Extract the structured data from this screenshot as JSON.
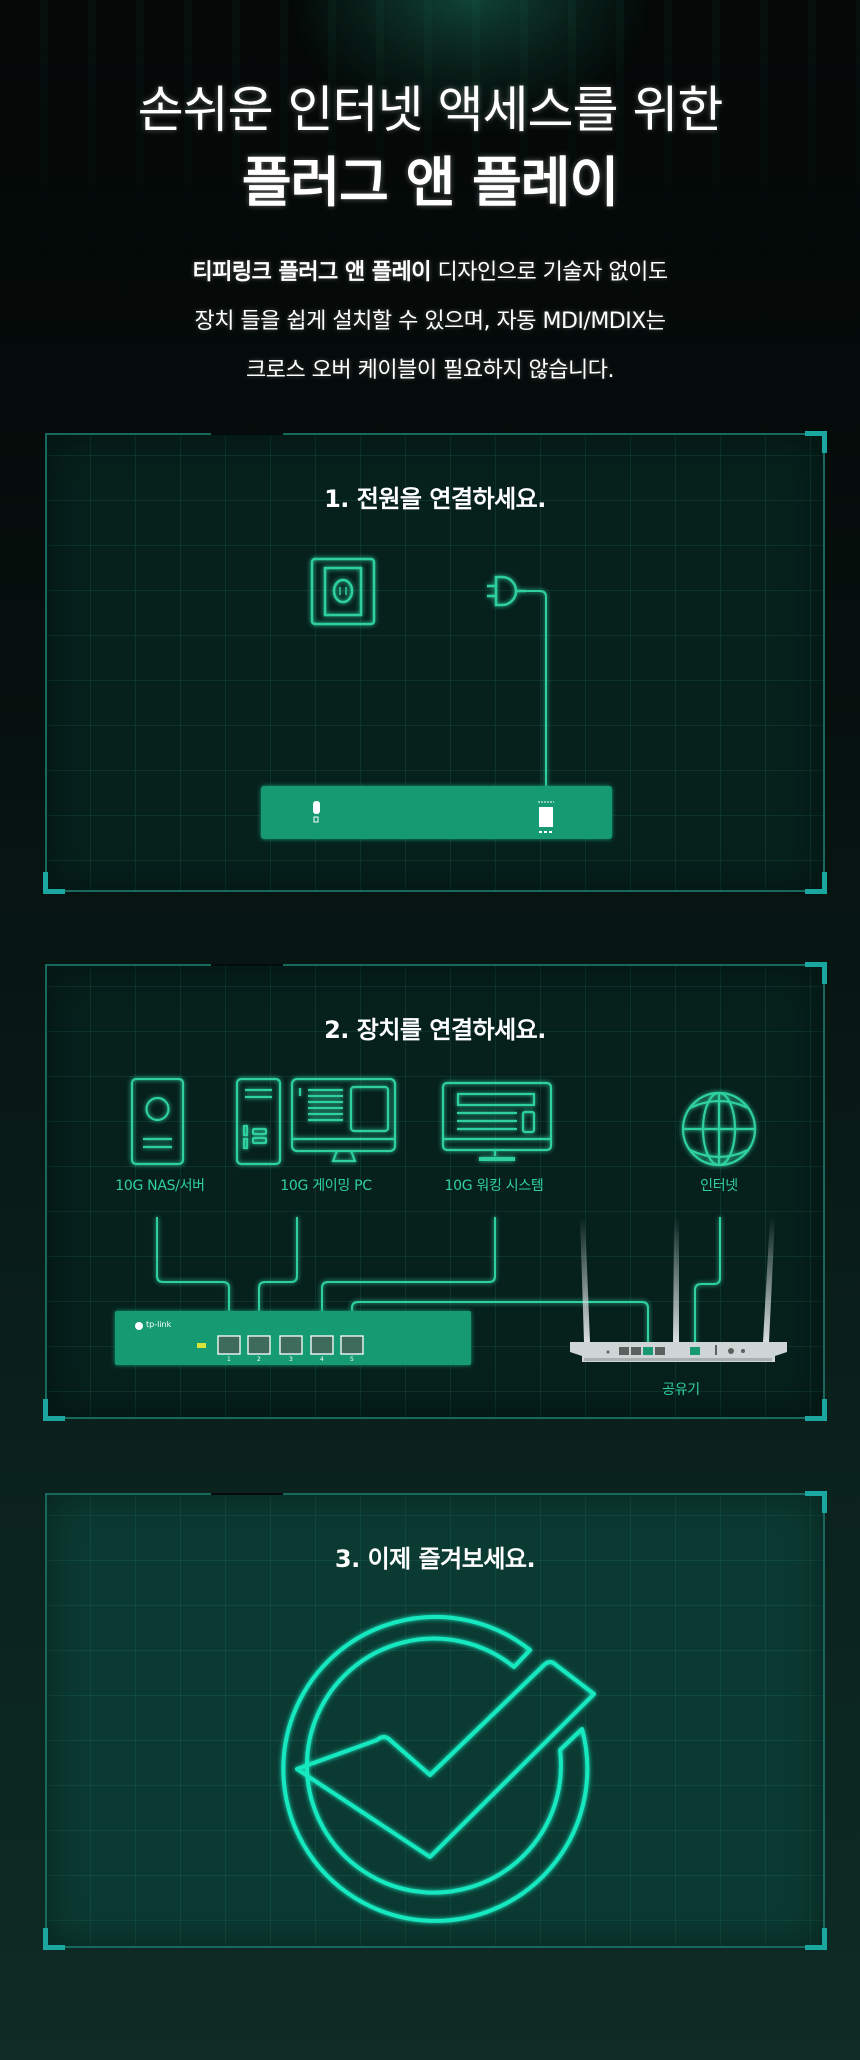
{
  "header": {
    "title_line1": "손쉬운 인터넷 액세스를 위한",
    "title_line2": "플러그 앤 플레이"
  },
  "description": {
    "bold": "티피링크 플러그 앤 플레이",
    "line1_rest": " 디자인으로 기술자 없이도",
    "line2": "장치 들을 쉽게 설치할 수 있으며, 자동 MDI/MDIX는",
    "line3": "크로스 오버 케이블이 필요하지 않습니다."
  },
  "steps": [
    {
      "title": "1. 전원을 연결하세요."
    },
    {
      "title": "2. 장치를 연결하세요.",
      "devices": {
        "nas": "10G NAS/서버",
        "gaming_pc": "10G 게이밍 PC",
        "workstation": "10G 워킹 시스템",
        "internet": "인터넷",
        "router": "공유기"
      },
      "switch": {
        "brand": "tp-link",
        "ports": [
          "1",
          "2",
          "3",
          "4",
          "5"
        ]
      }
    },
    {
      "title": "3. 이제 즐겨보세요."
    }
  ],
  "colors": {
    "neon": "#2fd0a2",
    "switch": "#179a72",
    "check": "#18e8c0"
  }
}
